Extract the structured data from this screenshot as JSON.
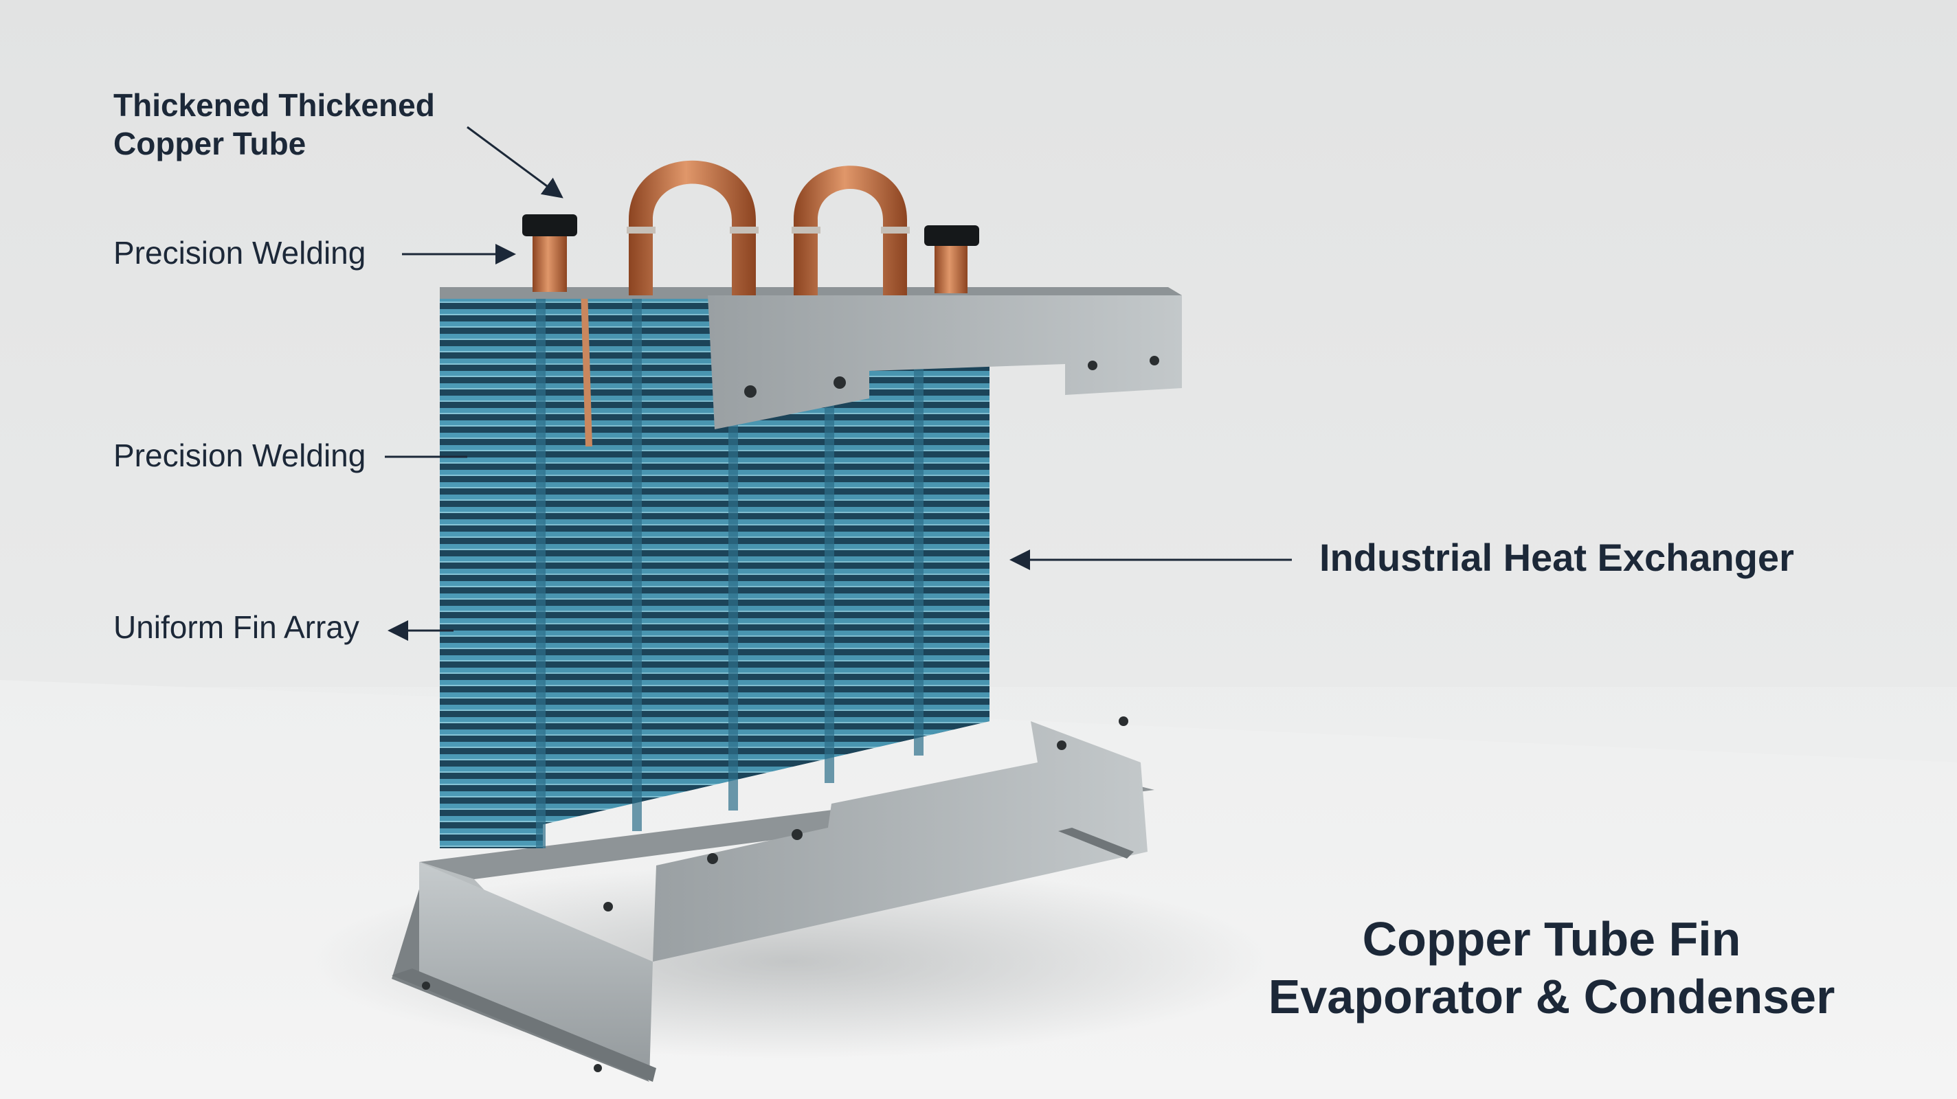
{
  "callouts": {
    "thickened_tube": "Thickened Thickened Copper Tube",
    "welding_top": "Precision Welding",
    "welding_mid": "Precision Welding",
    "fin_array": "Uniform Fin Array",
    "heat_exchanger": "Industrial Heat Exchanger"
  },
  "title": {
    "line1": "Copper Tube Fin",
    "line2": "Evaporator & Condenser"
  },
  "colors": {
    "text": "#1c2838",
    "copper": "#b8643a",
    "fin_blue": "#2f6b87",
    "steel": "#a9afb2",
    "background": "#e6e7e7"
  }
}
